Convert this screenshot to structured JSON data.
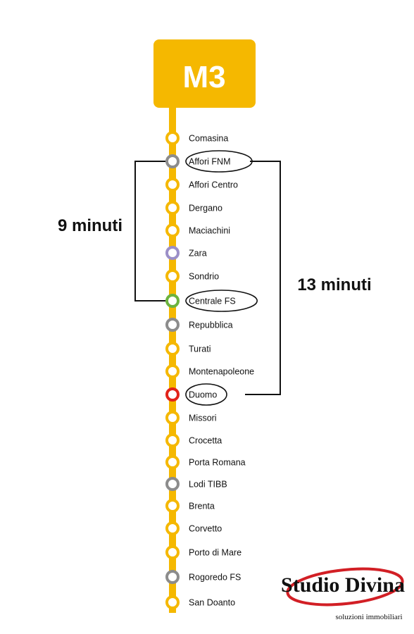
{
  "line": {
    "label": "M3",
    "color": "#f5b800"
  },
  "stations": [
    {
      "name": "Comasina",
      "interchange": "none",
      "highlighted": false
    },
    {
      "name": "Affori FNM",
      "interchange": "rail",
      "highlighted": true
    },
    {
      "name": "Affori Centro",
      "interchange": "none",
      "highlighted": false
    },
    {
      "name": "Dergano",
      "interchange": "none",
      "highlighted": false
    },
    {
      "name": "Maciachini",
      "interchange": "none",
      "highlighted": false
    },
    {
      "name": "Zara",
      "interchange": "M5",
      "highlighted": false
    },
    {
      "name": "Sondrio",
      "interchange": "none",
      "highlighted": false
    },
    {
      "name": "Centrale FS",
      "interchange": "M2",
      "highlighted": true
    },
    {
      "name": "Repubblica",
      "interchange": "rail",
      "highlighted": false
    },
    {
      "name": "Turati",
      "interchange": "none",
      "highlighted": false
    },
    {
      "name": "Montenapoleone",
      "interchange": "none",
      "highlighted": false
    },
    {
      "name": "Duomo",
      "interchange": "M1",
      "highlighted": true
    },
    {
      "name": "Missori",
      "interchange": "none",
      "highlighted": false
    },
    {
      "name": "Crocetta",
      "interchange": "none",
      "highlighted": false
    },
    {
      "name": "Porta Romana",
      "interchange": "none",
      "highlighted": false
    },
    {
      "name": "Lodi TIBB",
      "interchange": "rail",
      "highlighted": false
    },
    {
      "name": "Brenta",
      "interchange": "none",
      "highlighted": false
    },
    {
      "name": "Corvetto",
      "interchange": "none",
      "highlighted": false
    },
    {
      "name": "Porto di Mare",
      "interchange": "none",
      "highlighted": false
    },
    {
      "name": "Rogoredo FS",
      "interchange": "rail",
      "highlighted": false
    },
    {
      "name": "San Doanto",
      "interchange": "none",
      "highlighted": false
    }
  ],
  "interchange_colors": {
    "none": "#f5b800",
    "rail": "#8c8c8c",
    "M5": "#9b8fc7",
    "M2": "#6cb33e",
    "M1": "#e2231a"
  },
  "durations": [
    {
      "label": "9 minuti",
      "from": "Affori FNM",
      "to": "Centrale FS",
      "side": "left"
    },
    {
      "label": "13 minuti",
      "from": "Affori FNM",
      "to": "Duomo",
      "side": "right"
    }
  ],
  "logo": {
    "name": "Studio Divina",
    "tagline": "soluzioni immobiliari"
  }
}
